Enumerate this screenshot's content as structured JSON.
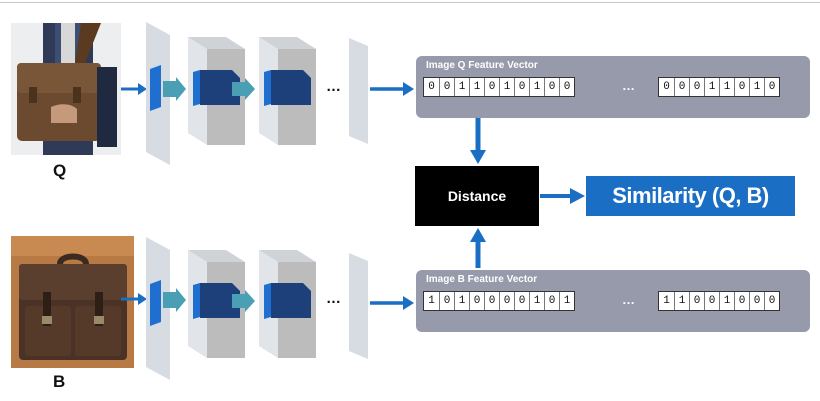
{
  "inputs": {
    "q_label": "Q",
    "b_label": "B"
  },
  "feature_vectors": {
    "q": {
      "title": "Image Q Feature Vector",
      "bits_left": [
        "0",
        "0",
        "1",
        "1",
        "0",
        "1",
        "0",
        "1",
        "0",
        "0"
      ],
      "bits_right": [
        "0",
        "0",
        "0",
        "1",
        "1",
        "0",
        "1",
        "0"
      ],
      "ellipsis": "…"
    },
    "b": {
      "title": "Image B Feature Vector",
      "bits_left": [
        "1",
        "0",
        "1",
        "0",
        "0",
        "0",
        "0",
        "1",
        "0",
        "1"
      ],
      "bits_right": [
        "1",
        "1",
        "0",
        "0",
        "1",
        "0",
        "0",
        "0"
      ],
      "ellipsis": "…"
    }
  },
  "network": {
    "ellipsis": "…"
  },
  "distance_label": "Distance",
  "similarity_label": "Similarity (Q, B)",
  "colors": {
    "arrow_blue": "#1a6fc4",
    "panel_gray": "#969aaa",
    "feature_navy": "#1d3f7a",
    "feature_blue": "#1f6fd1",
    "teal_arrow": "#4a9fb5"
  },
  "icons": {
    "q_image": "leather-messenger-bag-photo",
    "b_image": "leather-briefcase-photo"
  }
}
